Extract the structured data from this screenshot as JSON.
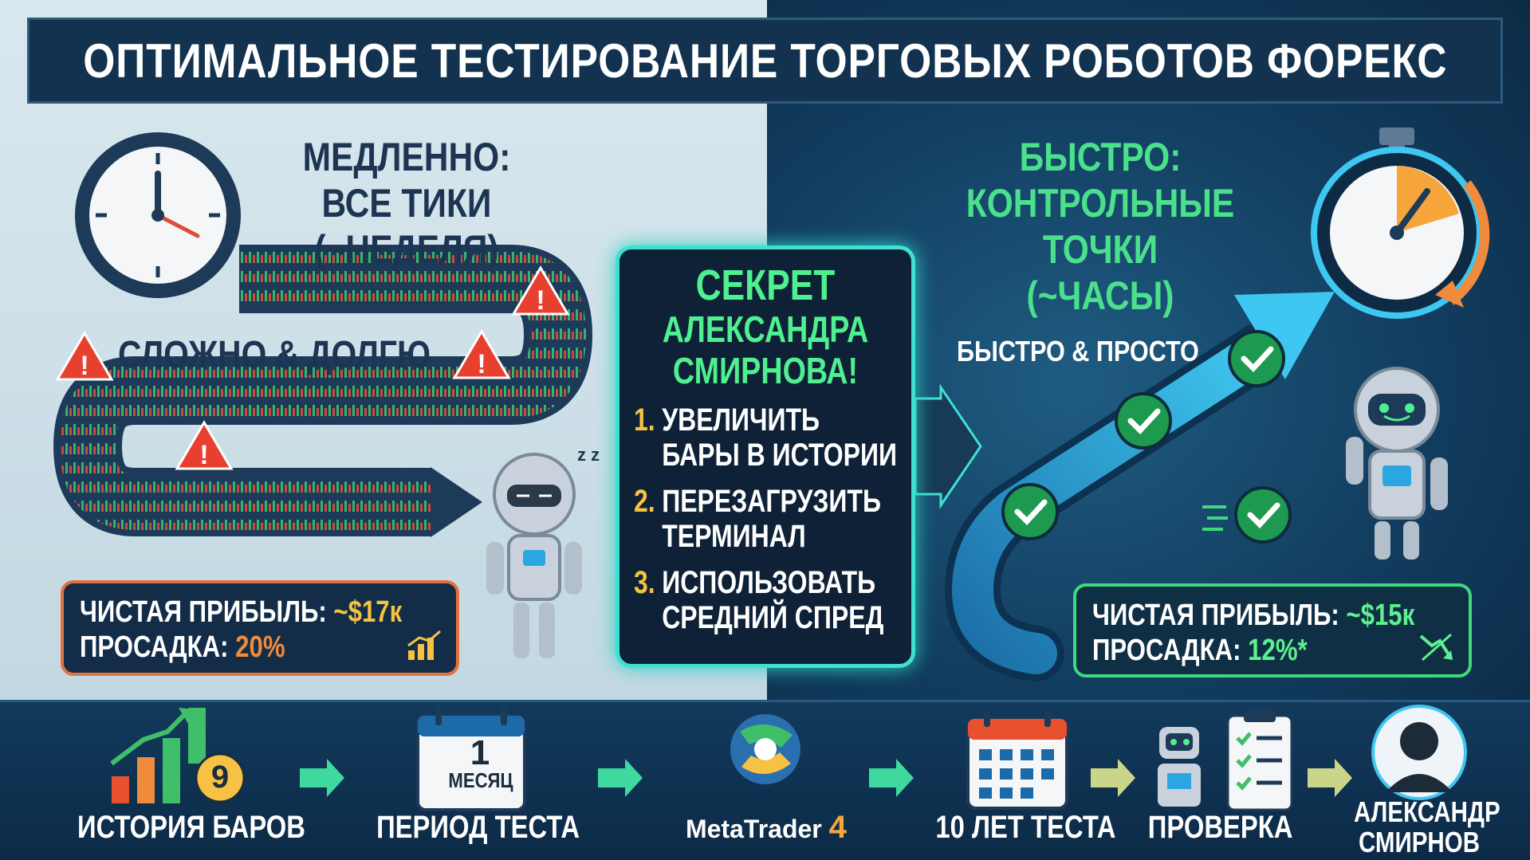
{
  "title": "ОПТИМАЛЬНОЕ ТЕСТИРОВАНИЕ ТОРГОВЫХ РОБОТОВ ФОРЕКС",
  "slow": {
    "line1": "МЕДЛЕННО:",
    "line2": "ВСЕ ТИКИ",
    "line3": "(~НЕДЕЛЯ)",
    "path_label": "СЛОЖНО & ДОЛГЮ",
    "profit_label": "ЧИСТАЯ ПРИБЫЛЬ:",
    "profit_value": "~$17к",
    "drawdown_label": "ПРОСАДКА:",
    "drawdown_value": "20%"
  },
  "fast": {
    "line1": "БЫСТРО:",
    "line2": "КОНТРОЛЬНЫЕ ТОЧКИ",
    "line3": "(~ЧАСЫ)",
    "path_label": "БЫСТРО & ПРОСТО",
    "profit_label": "ЧИСТАЯ ПРИБЫЛЬ:",
    "profit_value": "~$15к",
    "drawdown_label": "ПРОСАДКА:",
    "drawdown_value": "12%*"
  },
  "secret": {
    "title": "СЕКРЕТ",
    "title2": "АЛЕКСАНДРА",
    "title3": "СМИРНОВА!",
    "steps": [
      {
        "num": "1.",
        "line1": "УВЕЛИЧИТЬ",
        "line2": "БАРЫ В ИСТОРИИ"
      },
      {
        "num": "2.",
        "line1": "ПЕРЕЗАГРУЗИТЬ",
        "line2": "ТЕРМИНАЛ"
      },
      {
        "num": "3.",
        "line1": "ИСПОЛЬЗОВАТЬ",
        "line2": "СРЕДНИЙ СПРЕД"
      }
    ]
  },
  "bottom": {
    "history": "ИСТОРИЯ БАРОВ",
    "history_badge": "9",
    "period": "ПЕРИОД ТЕСТА",
    "calendar_num": "1",
    "calendar_month": "МЕСЯЦ",
    "platform_name": "MetaTrader",
    "platform_version": "4",
    "years": "10 ЛЕТ ТЕСТА",
    "check": "ПРОВЕРКА",
    "author_line1": "АЛЕКСАНДР",
    "author_line2": "СМИРНОВ"
  },
  "colors": {
    "green": "#4ff08f",
    "orange": "#f08a3c",
    "gold": "#f6c244",
    "navy": "#123250",
    "teal": "#3fe0d0"
  },
  "icons": [
    "clock-icon",
    "stopwatch-icon",
    "warning-icon",
    "robot-tired-icon",
    "robot-happy-icon",
    "check-icon",
    "bar-chart-icon",
    "calendar-icon",
    "metatrader-icon",
    "checklist-icon",
    "avatar-icon",
    "arrow-right-icon"
  ]
}
